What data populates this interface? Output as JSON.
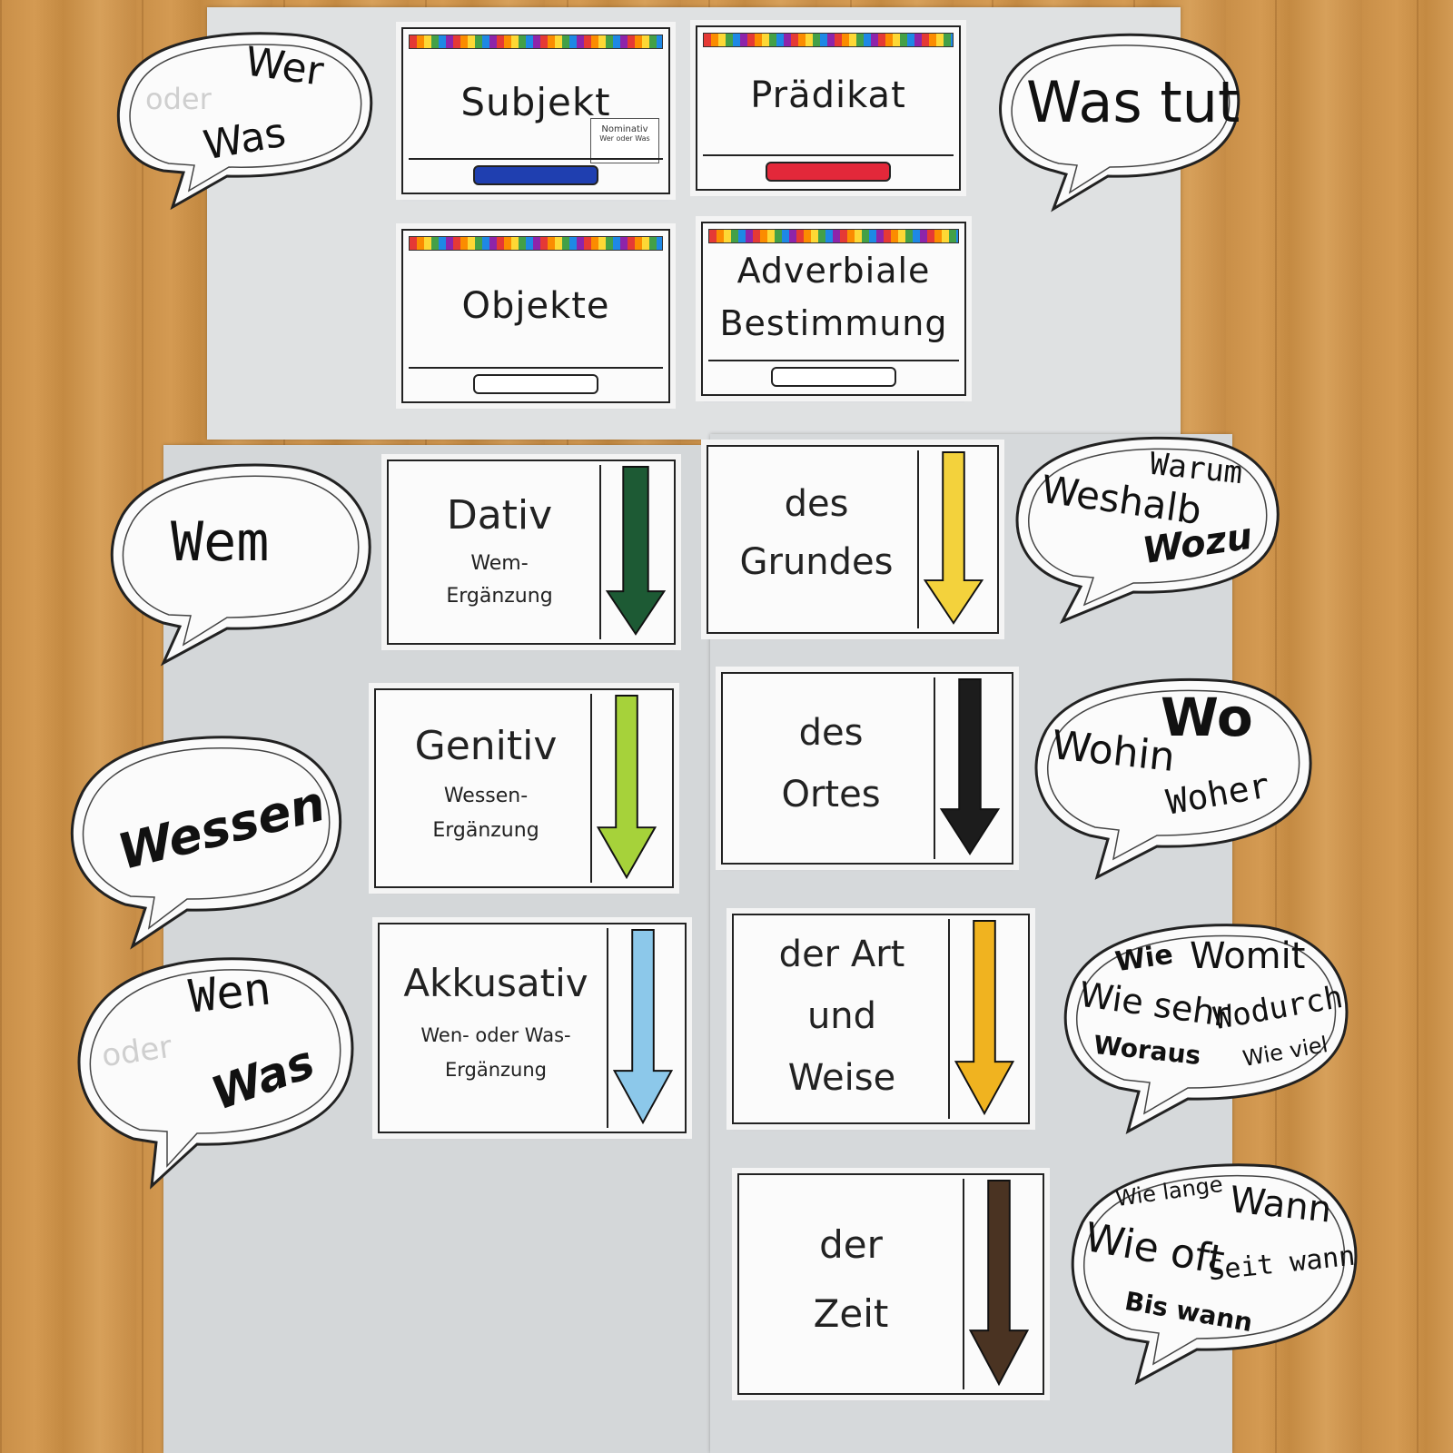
{
  "top_cards": [
    {
      "title": "Subjekt",
      "color": "#1f3fb0",
      "note": "Nominativ",
      "note_sub": "Wer oder Was"
    },
    {
      "title": "Prädikat",
      "color": "#e3283a"
    },
    {
      "title": "Objekte",
      "color": "#ffffff"
    },
    {
      "title_line1": "Adverbiale",
      "title_line2": "Bestimmung",
      "color": "#ffffff"
    }
  ],
  "object_cards": [
    {
      "title": "Dativ",
      "sub1": "Wem-",
      "sub2": "Ergänzung",
      "arrow_color": "#1d5a34"
    },
    {
      "title": "Genitiv",
      "sub1": "Wessen-",
      "sub2": "Ergänzung",
      "arrow_color": "#a6d23a"
    },
    {
      "title": "Akkusativ",
      "sub1": "Wen- oder Was-",
      "sub2": "Ergänzung",
      "arrow_color": "#8cc8ea"
    }
  ],
  "adverbial_cards": [
    {
      "line1": "des",
      "line2": "Grundes",
      "arrow_color": "#f3d23c"
    },
    {
      "line1": "des",
      "line2": "Ortes",
      "arrow_color": "#1c1c1c"
    },
    {
      "line1": "der Art",
      "line2": "und",
      "line3": "Weise",
      "arrow_color": "#f0b320"
    },
    {
      "line1": "der",
      "line2": "Zeit",
      "arrow_color": "#4a3322"
    }
  ],
  "bubbles": {
    "wer_was": {
      "w1": "Wer",
      "oder": "oder",
      "w2": "Was"
    },
    "was_tut": {
      "text": "Was tut"
    },
    "wem": {
      "text": "Wem"
    },
    "wessen": {
      "text": "Wessen"
    },
    "wen_was": {
      "w1": "Wen",
      "oder": "oder",
      "w2": "Was"
    },
    "grund": {
      "a": "Warum",
      "b": "Weshalb",
      "c": "Wozu"
    },
    "ort": {
      "a": "Wo",
      "b": "Wohin",
      "c": "Woher"
    },
    "art": {
      "a": "Wie",
      "b": "Womit",
      "c": "Wie sehr",
      "d": "Wodurch",
      "e": "Woraus",
      "f": "Wie viel"
    },
    "zeit": {
      "a": "Wie lange",
      "b": "Wann",
      "c": "Wie oft",
      "d": "Seit wann",
      "e": "Bis wann"
    }
  }
}
